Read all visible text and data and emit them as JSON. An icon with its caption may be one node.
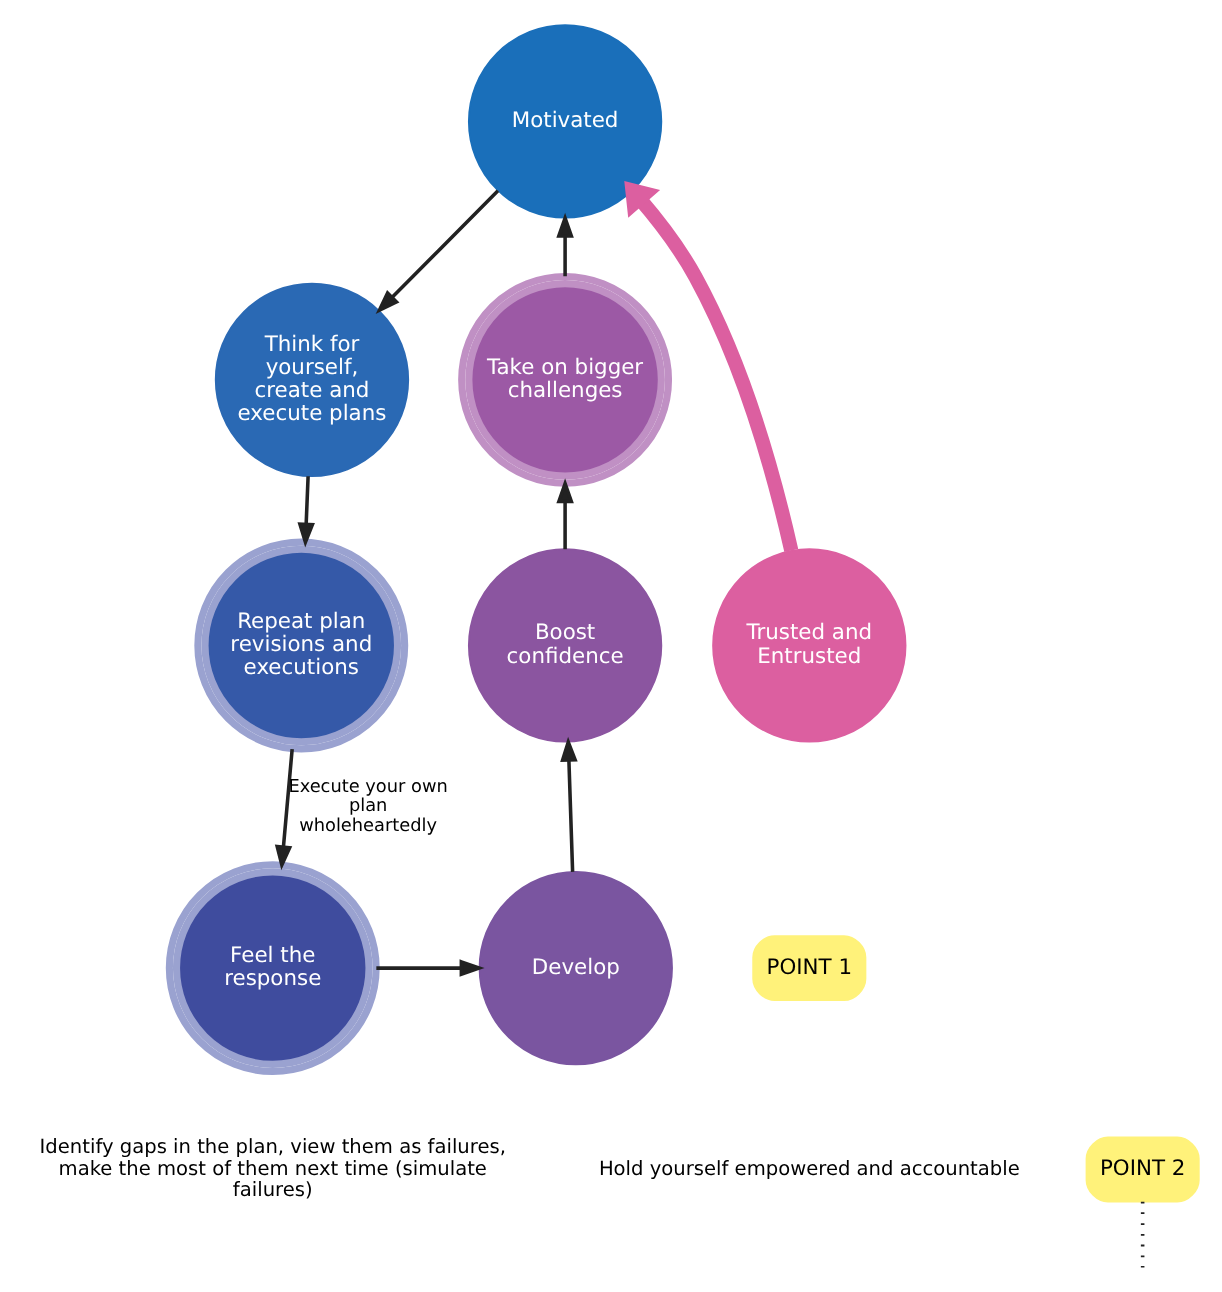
{
  "diagram": {
    "nodes": [
      {
        "text": [
          "Motivated"
        ]
      },
      {
        "text": [
          "Think for yourself, create and execute plans"
        ]
      },
      {
        "text": [
          "Repeat plan revisions and executions"
        ]
      },
      {
        "text": [
          "Feel the response"
        ]
      },
      {
        "text": [
          "Develop"
        ]
      },
      {
        "text": [
          "Boost confidence"
        ]
      },
      {
        "text": [
          "Take on bigger challenges"
        ]
      },
      {
        "text": [
          "Trusted and Entrusted"
        ]
      },
      {
        "text": [
          "POINT 1"
        ]
      },
      {
        "text": [
          "POINT 2"
        ]
      }
    ],
    "edges": [
      {
        "from": 6,
        "to": 0,
        "arrow": "to"
      },
      {
        "from": 0,
        "to": 1,
        "arrow": "to"
      },
      {
        "from": 1,
        "to": 2,
        "arrow": "to"
      },
      {
        "from": 2,
        "to": 3,
        "arrow": "to",
        "label": "Execute your own plan wholeheartedly"
      },
      {
        "from": 3,
        "to": 4,
        "arrow": "to"
      },
      {
        "from": 4,
        "to": 5,
        "arrow": "to"
      },
      {
        "from": 5,
        "to": 6,
        "arrow": "to"
      },
      {
        "from": 7,
        "to": 0,
        "arrow": "to",
        "style": "thick",
        "color": "#dc5fa0"
      },
      {
        "from": 9,
        "to": null,
        "arrow": "none",
        "style": "dashed"
      }
    ],
    "labels": [
      "Hold yourself empowered and accountable",
      "Identify gaps in the plan, view them as failures, make the most of them next time (simulate failures)"
    ]
  }
}
